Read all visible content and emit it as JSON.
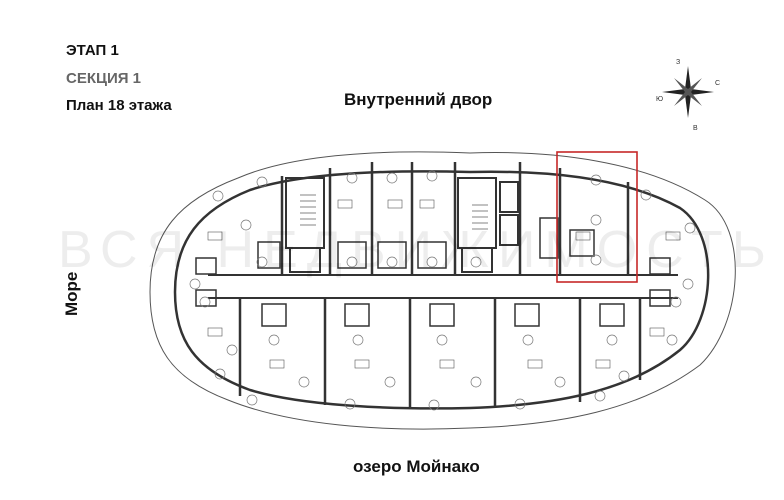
{
  "header": {
    "stage": "ЭТАП 1",
    "section": "СЕКЦИЯ 1",
    "floor_plan": "План 18 этажа"
  },
  "labels": {
    "top": "Внутренний двор",
    "bottom": "озеро Мойнако",
    "left": "Море"
  },
  "compass": {
    "north": "З",
    "south": "В",
    "east": "С",
    "west": "Ю"
  },
  "watermark": "ВСЯ НЕДВИЖИМОСТЬ",
  "colors": {
    "highlight": "#c62828",
    "wall": "#333333",
    "outline": "#444444"
  }
}
